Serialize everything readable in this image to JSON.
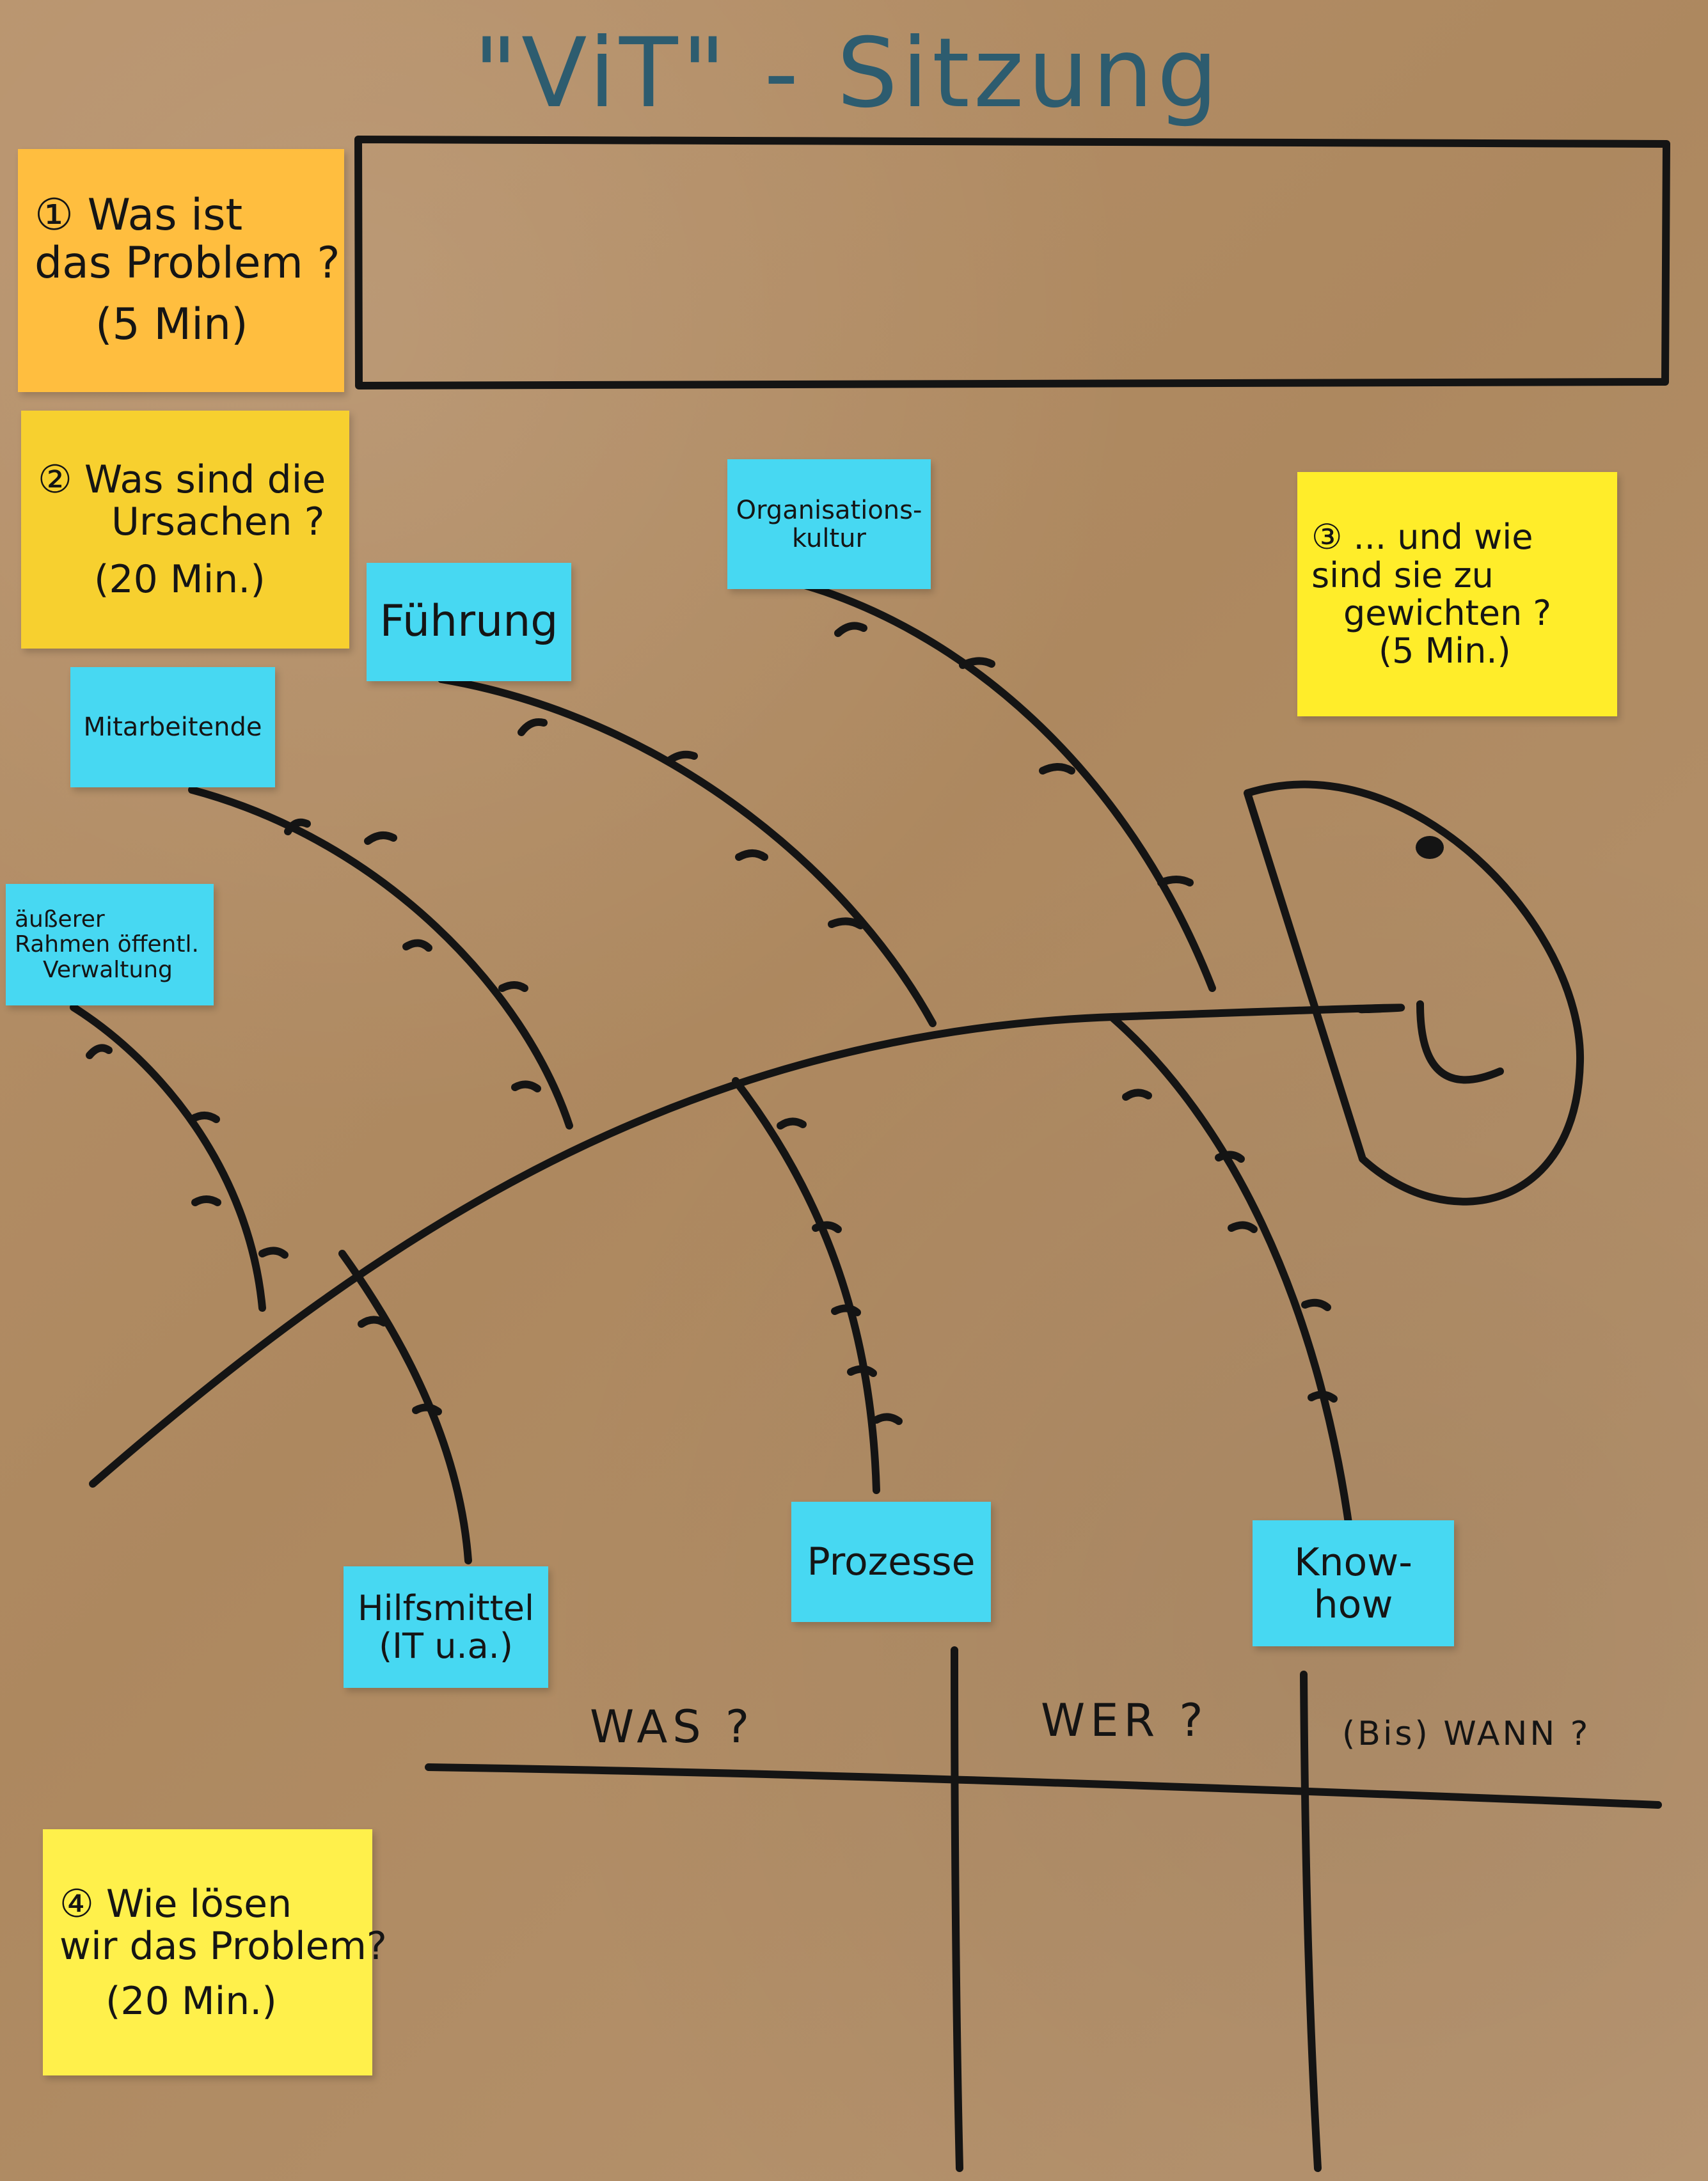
{
  "board": {
    "title": "\"ViT\" - Sitzung"
  },
  "notes": {
    "problem": {
      "lines": [
        "① Was ist",
        "das Problem ?",
        "(5 Min)"
      ]
    },
    "causes": {
      "lines": [
        "② Was sind die",
        "Ursachen ?",
        "(20 Min.)"
      ]
    },
    "weighting": {
      "lines": [
        "③ ... und wie",
        "sind sie zu",
        "gewichten ?",
        "(5 Min.)"
      ]
    },
    "solution": {
      "lines": [
        "④ Wie lösen",
        "wir das Problem?",
        "(20 Min.)"
      ]
    }
  },
  "categories": {
    "organisation": [
      "Organisations-",
      "kultur"
    ],
    "fuehrung": [
      "Führung"
    ],
    "mitarbeitende": [
      "Mitarbeitende"
    ],
    "aeusserer_rahmen": [
      "äußerer",
      "Rahmen öffentl.",
      "Verwaltung"
    ],
    "hilfsmittel": [
      "Hilfsmittel",
      "(IT u.a.)"
    ],
    "prozesse": [
      "Prozesse"
    ],
    "knowhow": [
      "Know-",
      "how"
    ]
  },
  "action_table": {
    "headers": [
      "WAS ?",
      "WER ?",
      "(Bis) WANN ?"
    ]
  },
  "colors": {
    "paper": "#b08d67",
    "orange_note": "#ffbe3f",
    "yellow_note": "#f7d02f",
    "light_yellow_note": "#fff04b",
    "blue_note": "#47d8f2",
    "ink": "#141414",
    "title_ink": "#2d5c6f",
    "dot_green": "#1f8a4c",
    "dot_red": "#8e3a1e"
  }
}
